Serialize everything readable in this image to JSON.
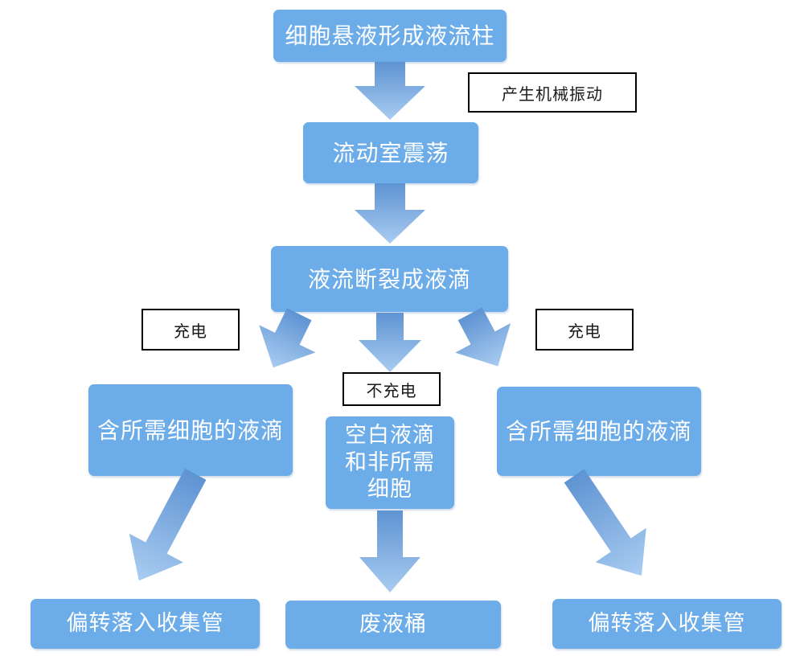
{
  "diagram": {
    "nodes": {
      "cell_suspension": "细胞悬液形成液流柱",
      "flow_chamber": "流动室震荡",
      "stream_breaks": "液流断裂成液滴",
      "left_droplets": "含所需细胞的液滴",
      "center_droplets_lines": [
        "空白液滴",
        "和非所需",
        "细胞"
      ],
      "right_droplets": "含所需细胞的液滴",
      "left_collector": "偏转落入收集管",
      "waste": "废液桶",
      "right_collector": "偏转落入收集管"
    },
    "labels": {
      "mechanical_vibration": "产生机械振动",
      "charge_left": "充电",
      "charge_right": "充电",
      "no_charge": "不充电"
    },
    "colors": {
      "node-fill": "#6CACE9",
      "node-text": "#FFFFFF",
      "arrow-tail": "#5E93D2",
      "arrow-tip": "#A9CCF1",
      "label-border": "#000000",
      "label-text": "#1A1A1A",
      "background": "#FFFFFF"
    }
  }
}
